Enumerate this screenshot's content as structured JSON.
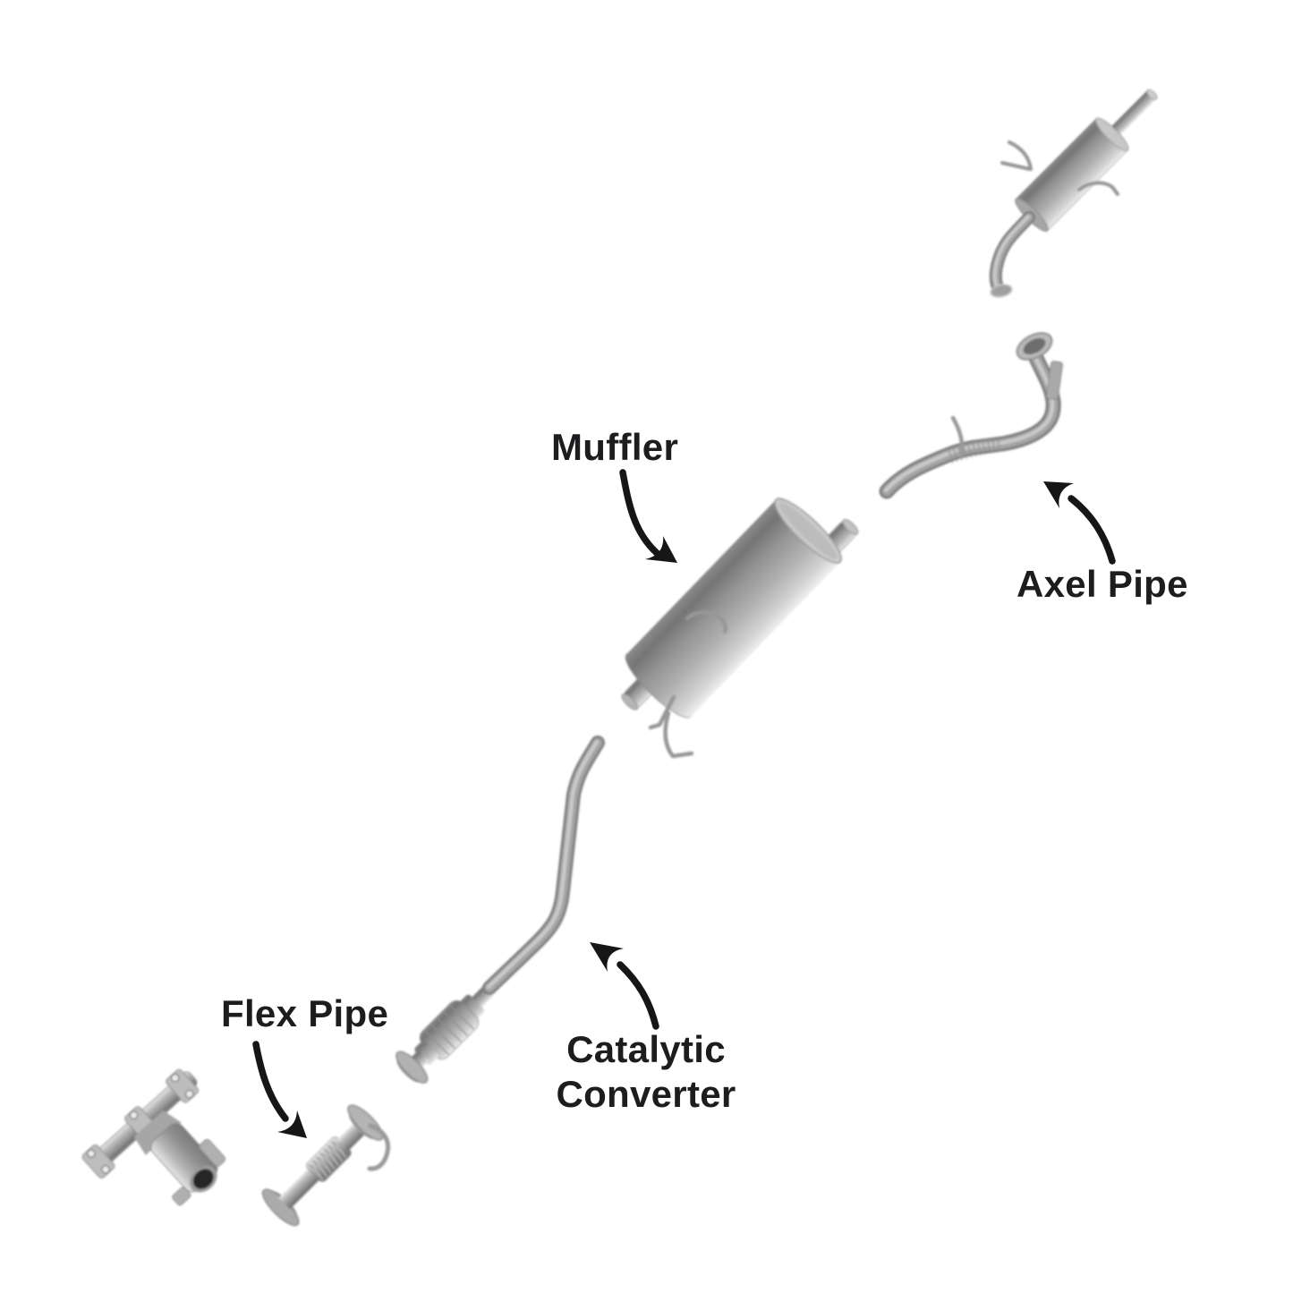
{
  "diagram": {
    "background_color": "#ffffff",
    "text_color": "#1d1d1f",
    "arrow_color": "#161616",
    "metal_light": "#d2d2d2",
    "metal_mid": "#a2a2a2",
    "metal_dark": "#757575",
    "labels": {
      "muffler": "Muffler",
      "axel_pipe": "Axel Pipe",
      "flex_pipe": "Flex Pipe",
      "catalytic_converter": "Catalytic Converter"
    },
    "parts": [
      "exhaust-manifold",
      "flex-pipe",
      "catalytic-converter",
      "intermediate-pipe",
      "muffler",
      "axel-pipe",
      "rear-muffler-tailpipe"
    ]
  }
}
